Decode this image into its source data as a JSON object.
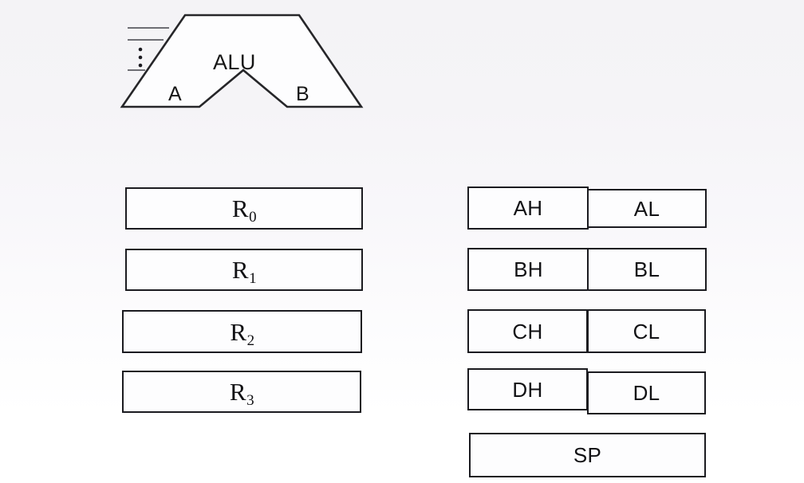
{
  "diagram": {
    "title": "ALU and register file block diagram",
    "background": {
      "gradient_top": "#f4f3f6",
      "gradient_bottom": "#ffffff"
    },
    "stroke_color": "#1b1b20",
    "text_color": "#111114"
  },
  "alu": {
    "name": "ALU",
    "label": "ALU",
    "operand_a_label": "A",
    "operand_b_label": "B",
    "shape": "trapezoid-with-bottom-notch",
    "control_inputs": {
      "line_count": 3,
      "ellipsis": "⋮",
      "line_color": "#6e6e74"
    }
  },
  "register_file": {
    "general_purpose": {
      "name": "general-purpose-registers",
      "registers": [
        {
          "base": "R",
          "subscript": "0",
          "text": "R0"
        },
        {
          "base": "R",
          "subscript": "1",
          "text": "R1"
        },
        {
          "base": "R",
          "subscript": "2",
          "text": "R2"
        },
        {
          "base": "R",
          "subscript": "3",
          "text": "R3"
        }
      ]
    },
    "named": {
      "name": "named-registers",
      "split_registers": [
        {
          "high": "AH",
          "low": "AL"
        },
        {
          "high": "BH",
          "low": "BL"
        },
        {
          "high": "CH",
          "low": "CL"
        },
        {
          "high": "DH",
          "low": "DL"
        }
      ],
      "wide_registers": [
        {
          "label": "SP"
        }
      ]
    }
  }
}
